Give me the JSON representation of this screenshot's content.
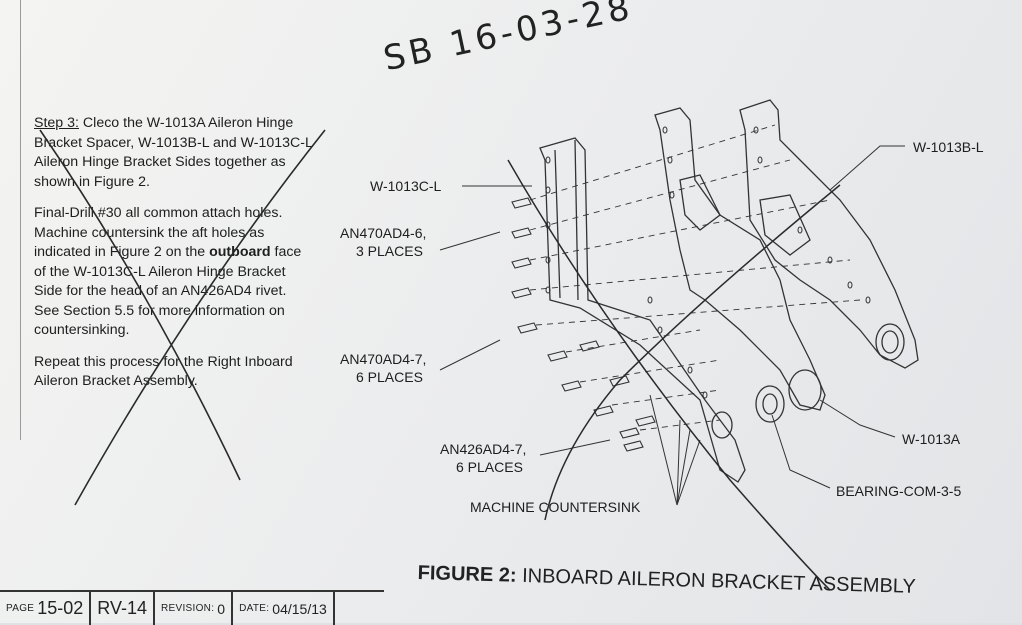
{
  "handwritten_note": "SB 16-03-28",
  "step": {
    "heading": "Step 3:",
    "p1": "Cleco the W-1013A Aileron Hinge Bracket Spacer, W-1013B-L and W-1013C-L Aileron Hinge Bracket Sides together as shown in Figure 2.",
    "p2_before": "Final-Drill #30 all common attach holes. Machine countersink the aft holes as indicated in Figure 2 on the ",
    "p2_bold": "outboard",
    "p2_after": " face of the W-1013C-L Aileron Hinge Bracket Side for the head of an AN426AD4 rivet. See Section 5.5 for more information on countersinking.",
    "p3": "Repeat this process for the Right Inboard Aileron Bracket Assembly."
  },
  "callouts": {
    "w1013cl": "W-1013C-L",
    "an470_6": "AN470AD4-6,",
    "an470_6_places": "3 PLACES",
    "an470_7": "AN470AD4-7,",
    "an470_7_places": "6 PLACES",
    "an426_7": "AN426AD4-7,",
    "an426_7_places": "6 PLACES",
    "countersink": "MACHINE COUNTERSINK",
    "w1013bl": "W-1013B-L",
    "w1013a": "W-1013A",
    "bearing": "BEARING-COM-3-5"
  },
  "figure": {
    "label": "FIGURE 2:",
    "title": "INBOARD AILERON BRACKET ASSEMBLY"
  },
  "footer": {
    "page_label": "PAGE",
    "page_value": "15-02",
    "model": "RV-14",
    "revision_label": "REVISION:",
    "revision_value": "0",
    "date_label": "DATE:",
    "date_value": "04/15/13"
  },
  "colors": {
    "ink": "#1e1e1e",
    "pencil": "#2a2a2a"
  }
}
